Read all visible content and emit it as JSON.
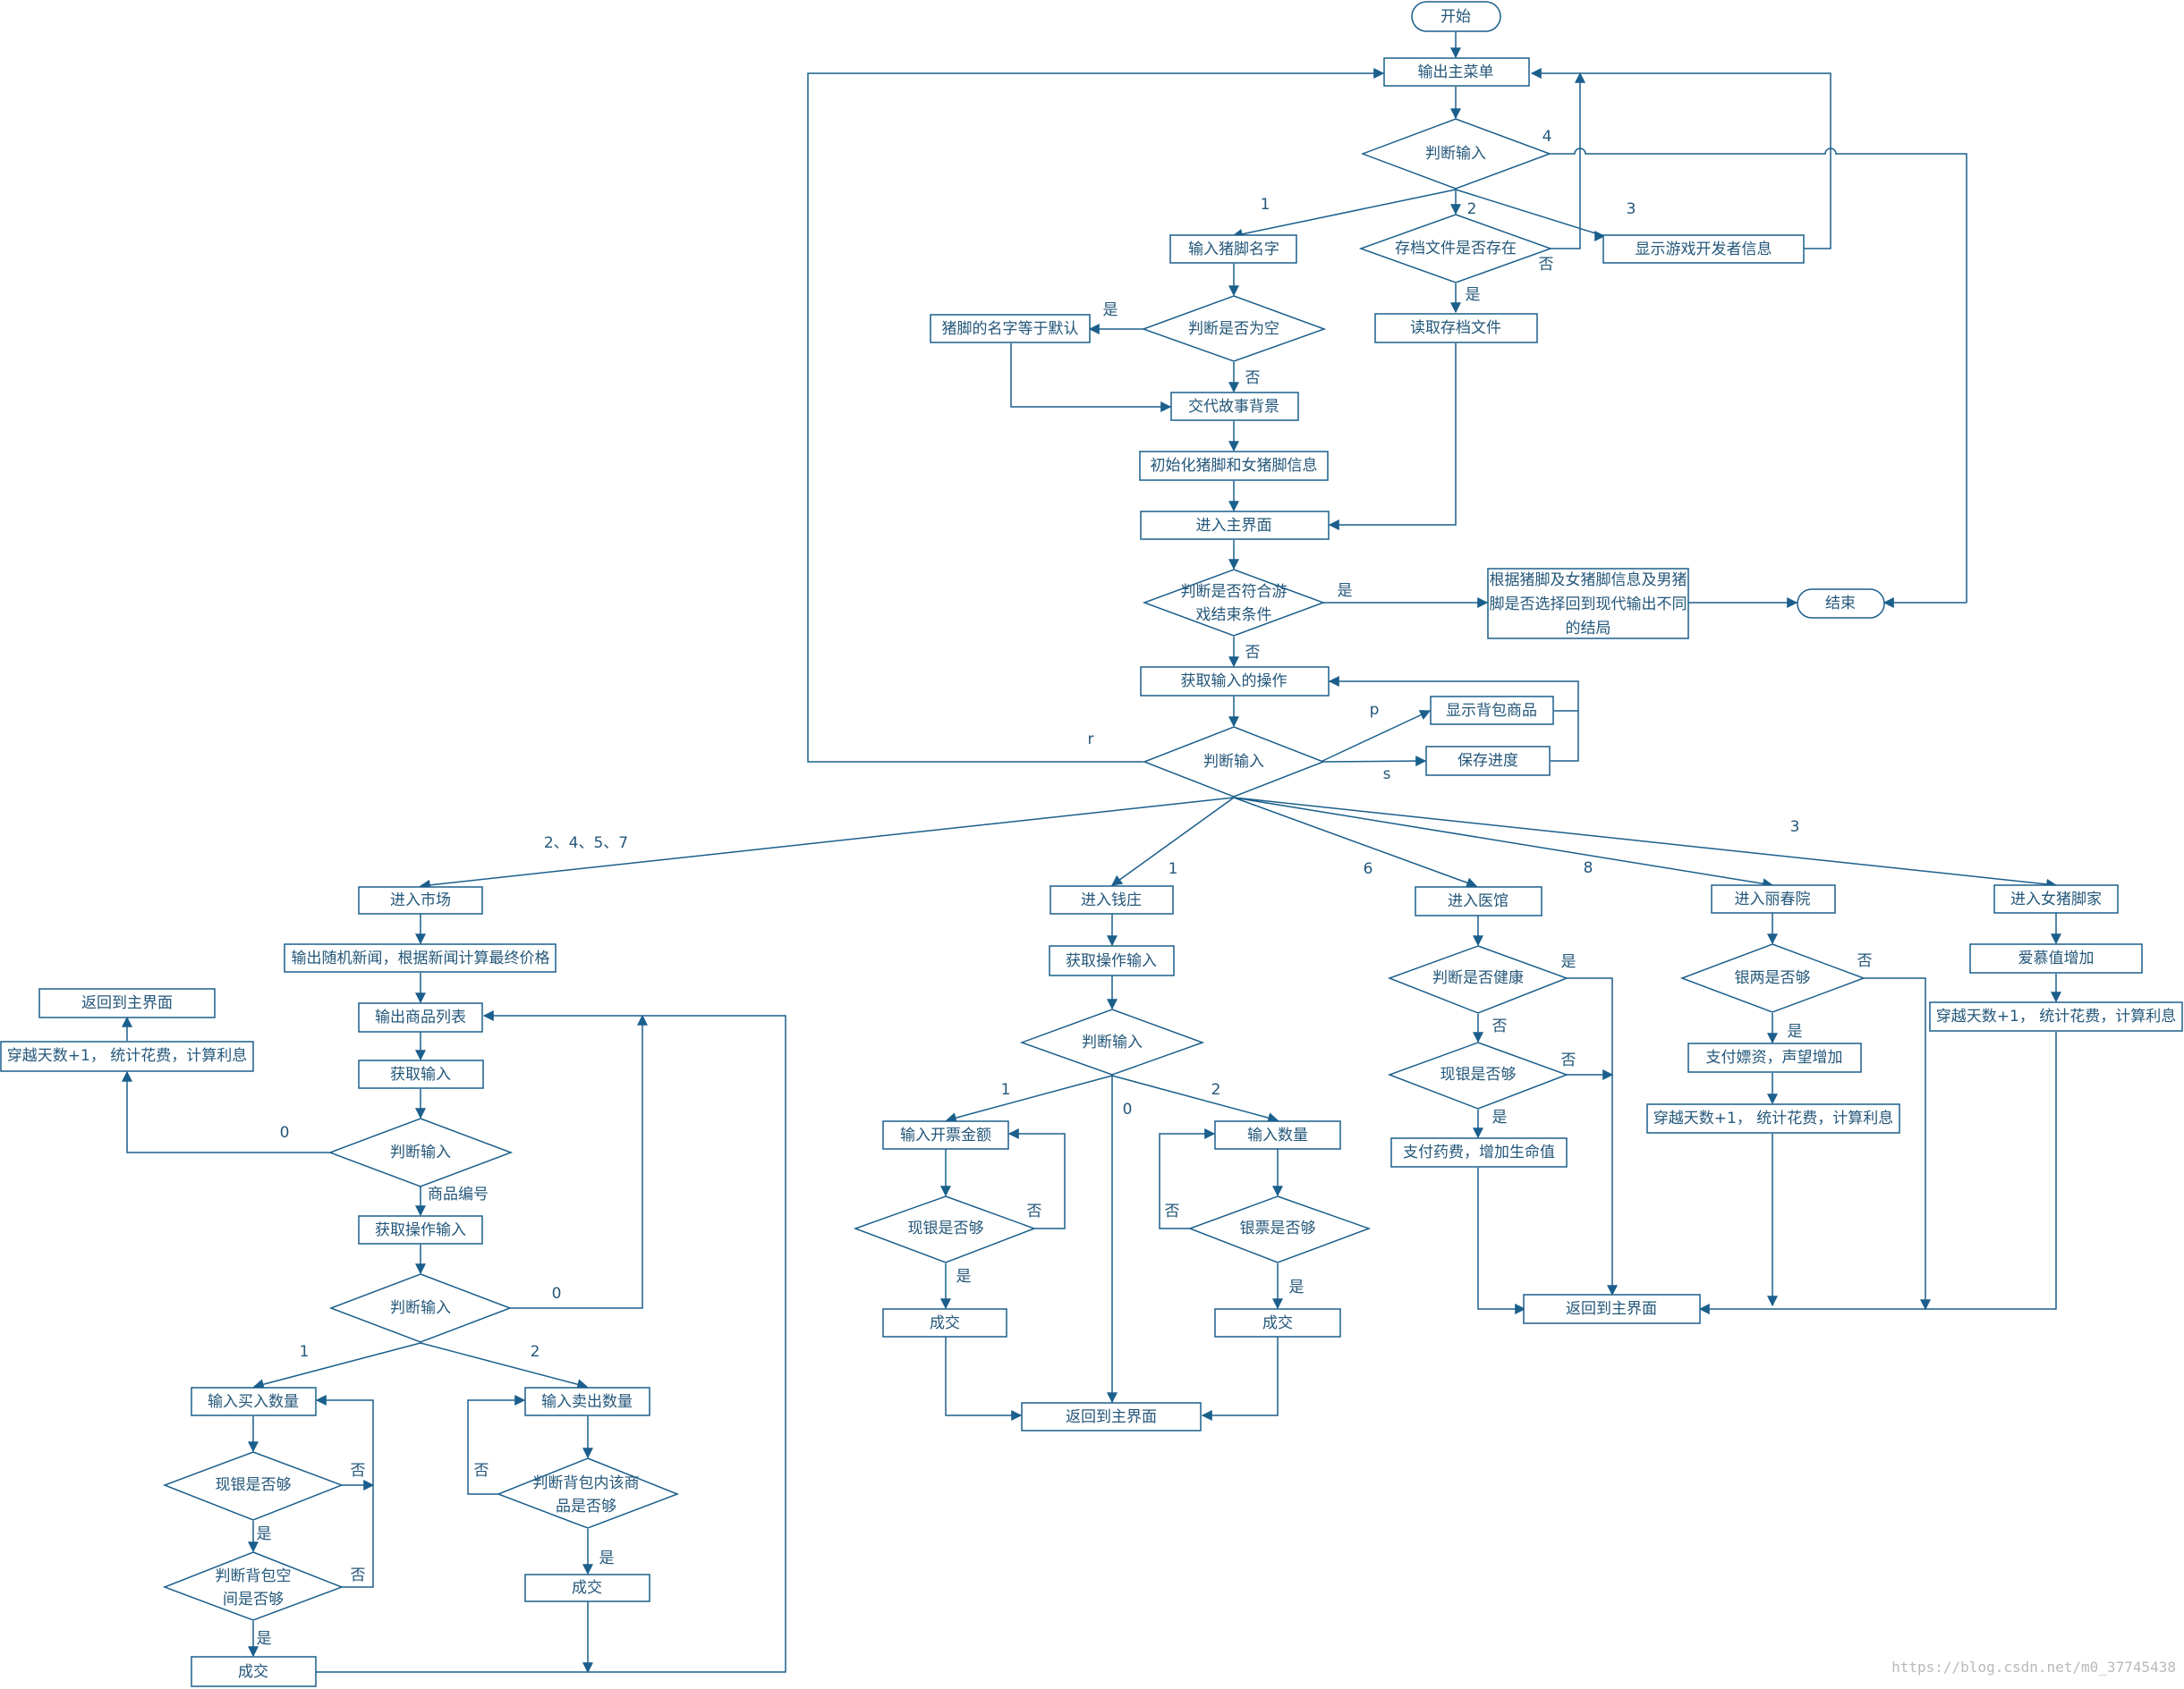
{
  "nodes": {
    "start": "开始",
    "menu": "输出主菜单",
    "judge1": "判断输入",
    "name": "输入猪脚名字",
    "file_exist": "存档文件是否存在",
    "dev_info": "显示游戏开发者信息",
    "name_default": "猪脚的名字等于默认",
    "name_empty": "判断是否为空",
    "read_file": "读取存档文件",
    "story": "交代故事背景",
    "init": "初始化猪脚和女猪脚信息",
    "main_ui": "进入主界面",
    "end_check": [
      "判断是否符合游",
      "戏结束条件"
    ],
    "ending": [
      "根据猪脚及女猪脚信息及男猪",
      "脚是否选择回到现代输出不同",
      "的结局"
    ],
    "end": "结束",
    "get_op": "获取输入的操作",
    "show_bag": "显示背包商品",
    "judge2": "判断输入",
    "save": "保存进度",
    "market": "进入市场",
    "news": "输出随机新闻，根据新闻计算最终价格",
    "back_left": "返回到主界面",
    "goods_list": "输出商品列表",
    "get_in_a": "获取输入",
    "days_left": "穿越天数+1， 统计花费，计算利息",
    "judge_m1": "判断输入",
    "get_op_m": "获取操作输入",
    "judge_m2": "判断输入",
    "buy_qty": "输入买入数量",
    "sell_qty": "输入卖出数量",
    "cash_m": "现银是否够",
    "bag_has": [
      "判断背包内该商",
      "品是否够"
    ],
    "bag_space": [
      "判断背包空",
      "间是否够"
    ],
    "deal_sell": "成交",
    "deal_buy": "成交",
    "bank": "进入钱庄",
    "get_op_b": "获取操作输入",
    "judge_b": "判断输入",
    "bank_amt": "输入开票金额",
    "bank_num": "输入数量",
    "cash_b": "现银是否够",
    "note_b": "银票是否够",
    "deal_b1": "成交",
    "deal_b2": "成交",
    "back_bank": "返回到主界面",
    "clinic": "进入医馆",
    "healthy": "判断是否健康",
    "cash_c": "现银是否够",
    "pay_med": "支付药费，增加生命值",
    "back_right": "返回到主界面",
    "brothel": "进入丽春院",
    "silver": "银两是否够",
    "pay_fee": "支付嫖资，声望增加",
    "days_brothel": "穿越天数+1， 统计花费，计算利息",
    "girl": "进入女猪脚家",
    "love": "爱慕值增加",
    "days_girl": "穿越天数+1， 统计花费，计算利息"
  },
  "edge_labels": {
    "menu_4": "4",
    "menu_1": "1",
    "menu_2": "2",
    "menu_3": "3",
    "file_no": "否",
    "file_yes": "是",
    "empty_yes": "是",
    "empty_no": "否",
    "end_yes": "是",
    "end_no": "否",
    "op_p": "p",
    "op_r": "r",
    "op_s": "s",
    "op_market": "2、4、5、7",
    "op_1": "1",
    "op_6": "6",
    "op_8": "8",
    "op_3": "3",
    "m1_0": "0",
    "m1_code": "商品编号",
    "m2_0": "0",
    "m2_1": "1",
    "m2_2": "2",
    "cashm_no": "否",
    "cashm_yes": "是",
    "space_no": "否",
    "space_yes": "是",
    "has_no": "否",
    "has_yes": "是",
    "b_1": "1",
    "b_0": "0",
    "b_2": "2",
    "cashb_no": "否",
    "cashb_yes": "是",
    "noteb_no": "否",
    "noteb_yes": "是",
    "h_yes": "是",
    "h_no": "否",
    "cashc_no": "否",
    "cashc_yes": "是",
    "sil_no": "否",
    "sil_yes": "是"
  },
  "watermark": "https://blog.csdn.net/m0_37745438",
  "colors": {
    "line": "#1b5f8c",
    "text": "#24577a"
  }
}
